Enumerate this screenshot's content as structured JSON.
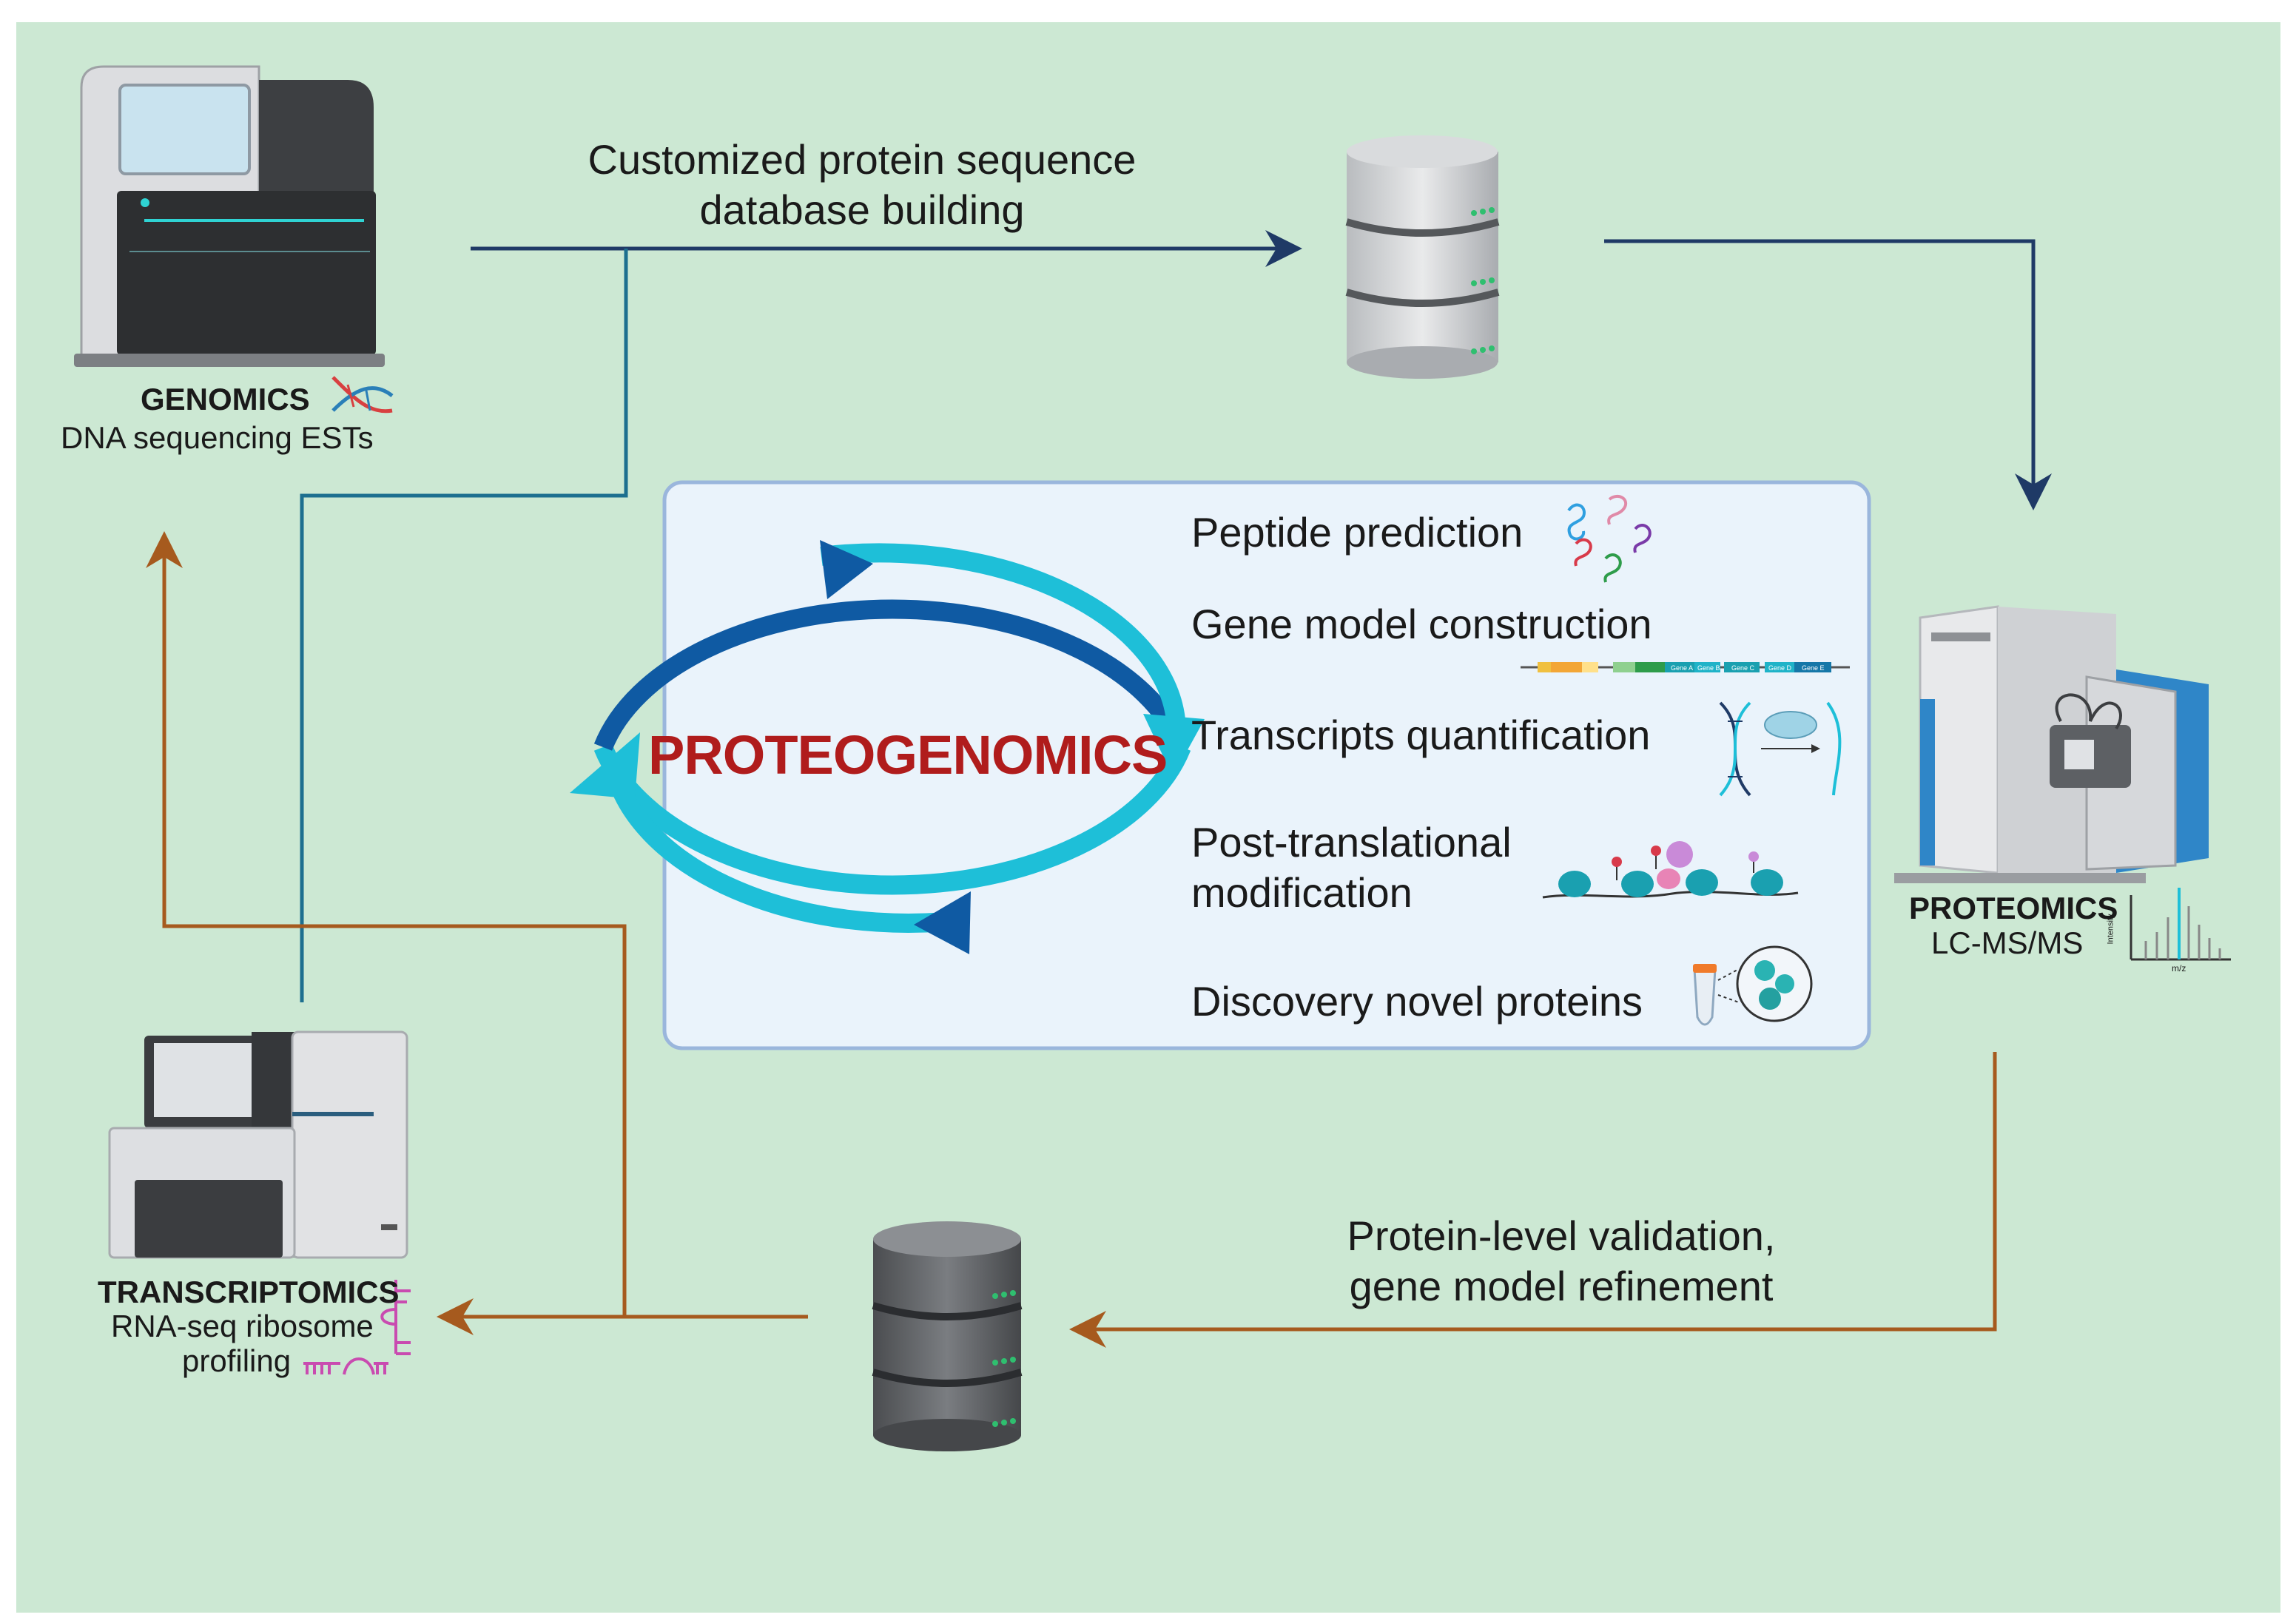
{
  "colors": {
    "background": "#cce8d3",
    "panel": "#eaf3fb",
    "panel_border": "#9ab6dc",
    "arrow_navy": "#1f3a66",
    "arrow_teal": "#1d6f8f",
    "arrow_brown": "#a65a1e",
    "cycle_dark": "#0f5aa3",
    "cycle_light": "#1ebfd8",
    "title_red": "#b01c1c"
  },
  "top_arrow": {
    "label_line1": "Customized protein sequence",
    "label_line2": "database building"
  },
  "bottom_arrow": {
    "label_line1": "Protein-level validation,",
    "label_line2": "gene model refinement"
  },
  "genomics": {
    "title": "GENOMICS",
    "subtitle": "DNA sequencing ESTs",
    "icon": "dna-helix-icon"
  },
  "proteomics": {
    "title": "PROTEOMICS",
    "subtitle": "LC-MS/MS",
    "icon": "mass-spectrum-icon",
    "axis_y": "Intensity",
    "axis_x": "m/z"
  },
  "transcriptomics": {
    "title": "TRANSCRIPTOMICS",
    "subtitle_line1": "RNA-seq ribosome",
    "subtitle_line2": "profiling",
    "icon": "rna-ribosome-icon"
  },
  "center": {
    "title": "PROTEOGENOMICS",
    "features": [
      {
        "label": "Peptide prediction",
        "icon": "peptides-icon"
      },
      {
        "label": "Gene model construction",
        "icon": "gene-model-icon"
      },
      {
        "label": "Transcripts quantification",
        "icon": "transcription-icon"
      },
      {
        "label_line1": "Post-translational",
        "label_line2": "modification",
        "icon": "nucleosome-modification-icon"
      },
      {
        "label": "Discovery novel proteins",
        "icon": "protein-discovery-icon"
      }
    ],
    "gene_labels": [
      "Gene A",
      "Gene B",
      "Gene C",
      "Gene D",
      "Gene E"
    ]
  }
}
